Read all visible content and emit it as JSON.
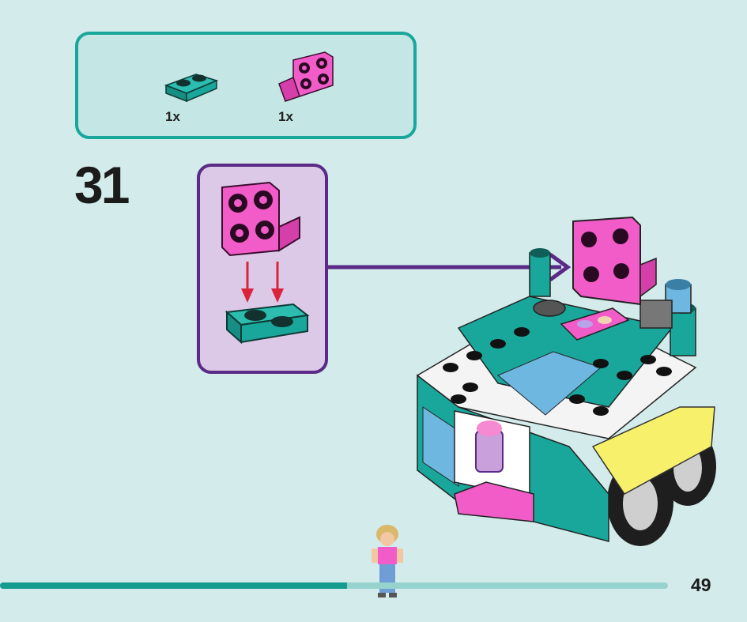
{
  "parts_list": {
    "items": [
      {
        "name": "teal-plate-1x2",
        "quantity": "1x",
        "color": "#1aa79b"
      },
      {
        "name": "pink-bracket-1x2-2x2",
        "quantity": "1x",
        "color": "#f25cc8"
      }
    ]
  },
  "step": {
    "number": "31"
  },
  "page": {
    "number": "49"
  },
  "progress": {
    "fraction": 0.52
  },
  "colors": {
    "background": "#d3ebeb",
    "parts_border": "#1aa79b",
    "subassembly_border": "#5a2a86",
    "subassembly_fill": "#dcc9e8",
    "arrow": "#d9243a",
    "progress_fill": "#169b8f",
    "progress_track": "#96d3cf"
  },
  "icons": [
    "teal-plate-icon",
    "pink-bracket-icon",
    "down-arrow-icon",
    "connector-arrow-icon",
    "minifigure-icon"
  ]
}
